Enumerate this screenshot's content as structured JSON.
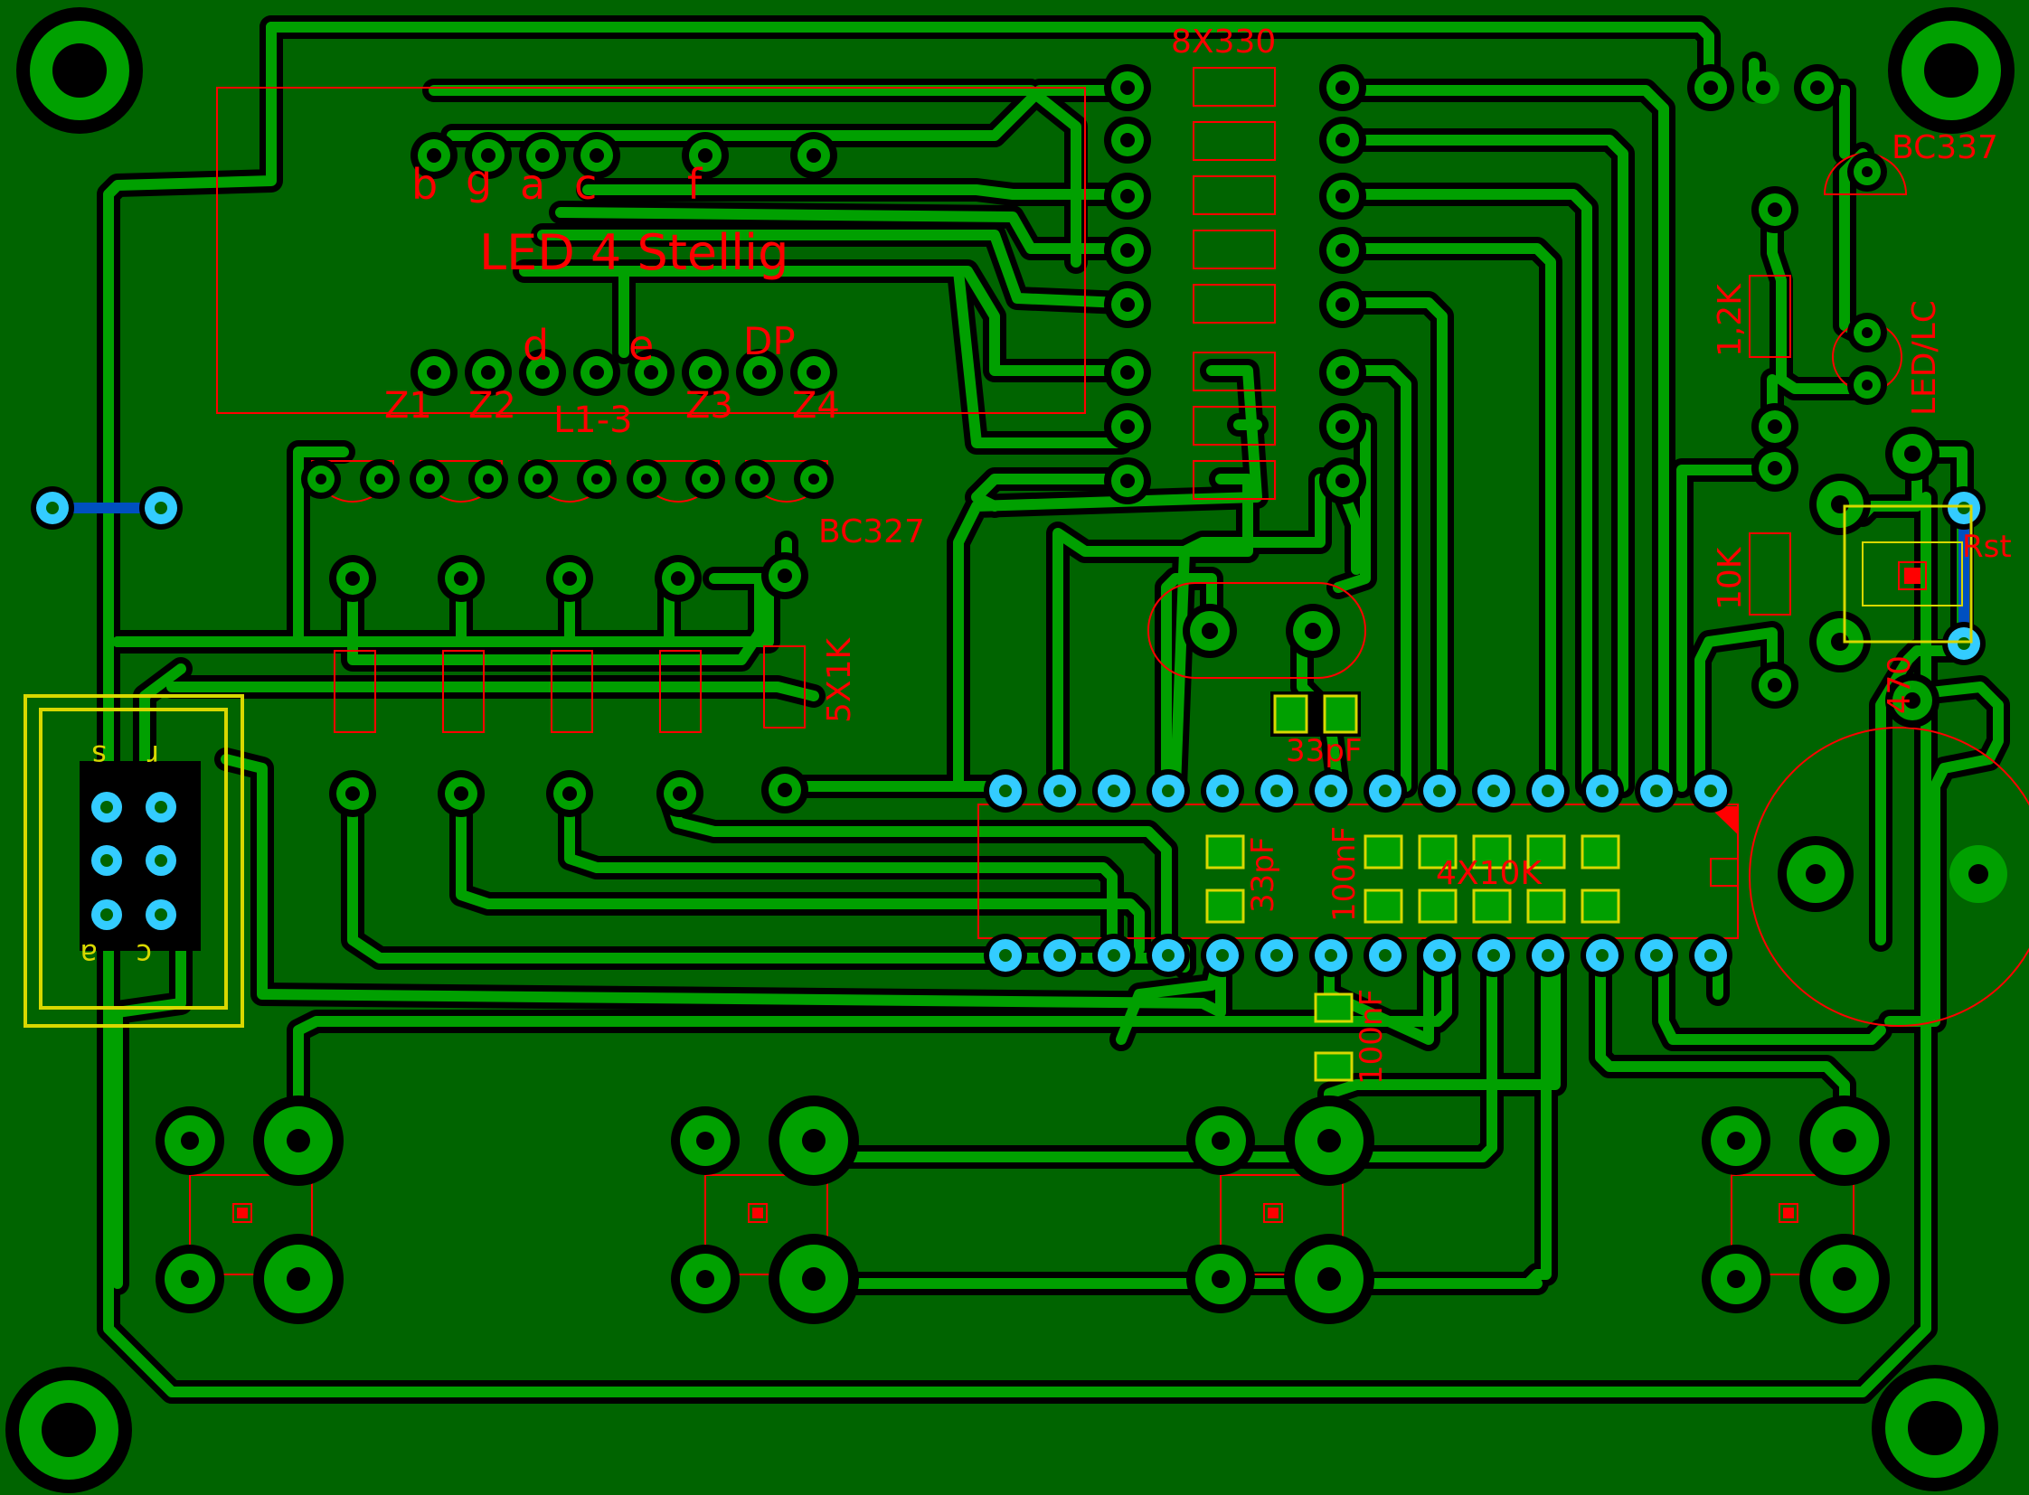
{
  "colors": {
    "board": "#006400",
    "copper": "#00a000",
    "clearance": "#000000",
    "silk": "#ff0000",
    "via": "#33ccff",
    "bridge": "#0050c0",
    "outline": "#d8d800"
  },
  "labels": {
    "res_array_top": "8X330",
    "transistor_top": "BC337",
    "display": "LED 4 Stellig",
    "seg_b": "b",
    "seg_g": "g",
    "seg_a": "a",
    "seg_c": "c",
    "seg_f": "f",
    "seg_d": "d",
    "seg_e": "e",
    "seg_dp": "DP",
    "z1": "Z1",
    "z2": "Z2",
    "l13": "L1-3",
    "z3": "Z3",
    "z4": "Z4",
    "transistors_row": "BC327",
    "res_5x1k": "5X1K",
    "res_1k2": "1,2K",
    "led_lc": "LED/LC",
    "res_10k": "10K",
    "reset": "Rst",
    "res_470": "470",
    "cap_33pf_a": "33pF",
    "cap_33pf_b": "33pF",
    "cap_100nf_a": "100nF",
    "cap_100nf_b": "100nF",
    "res_4x10k": "4X10K",
    "isp_s": "s",
    "isp_r": "r",
    "isp_a": "a",
    "isp_c": "c"
  }
}
